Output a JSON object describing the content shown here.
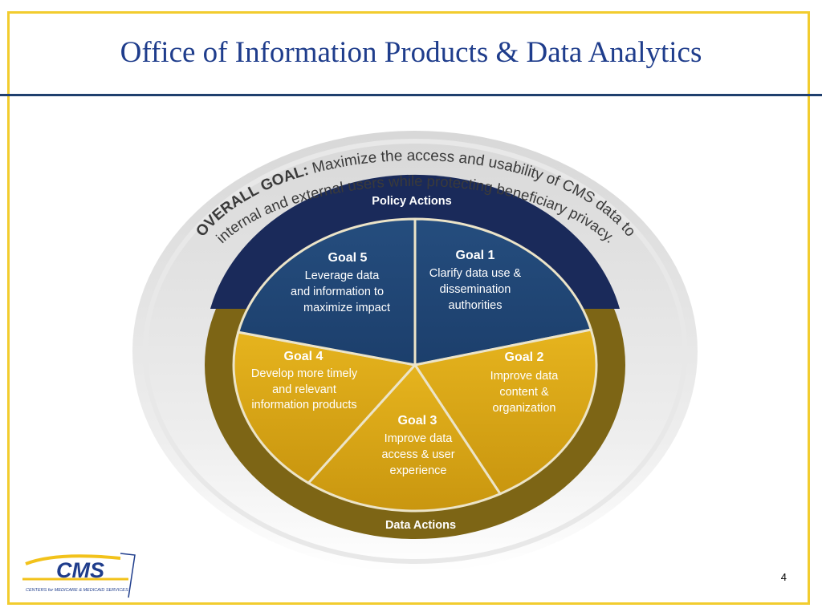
{
  "title": "Office of Information Products & Data Analytics",
  "page_number": "4",
  "overall_goal": {
    "label": "OVERALL GOAL:",
    "line1_rest": " Maximize the access and usability of CMS data to",
    "line2": "internal and external users while protecting beneficiary privacy."
  },
  "policy_actions": "Policy Actions",
  "data_actions": "Data Actions",
  "goals": {
    "g1": {
      "title": "Goal 1",
      "lines": [
        "Clarify data use &",
        "dissemination",
        "authorities"
      ]
    },
    "g2": {
      "title": "Goal 2",
      "lines": [
        "Improve data",
        "content  &",
        "organization"
      ]
    },
    "g3": {
      "title": "Goal 3",
      "lines": [
        "Improve  data",
        "access & user",
        "experience"
      ]
    },
    "g4": {
      "title": "Goal 4",
      "lines": [
        "Develop more timely",
        "and relevant",
        "information products"
      ]
    },
    "g5": {
      "title": "Goal 5",
      "lines": [
        "Leverage data",
        "and information to",
        "maximize impact"
      ]
    }
  },
  "logo": {
    "text": "CMS",
    "subtitle": "CENTERS for MEDICARE & MEDICAID SERVICES"
  },
  "colors": {
    "frame": "#f2cc2e",
    "title": "#1f3d8c",
    "navy": "#1a2a5a",
    "blue_segment": "#1f4573",
    "gold_segment": "#d9a514",
    "olive_ring": "#7d6515",
    "segment_border": "#ece4c8"
  }
}
